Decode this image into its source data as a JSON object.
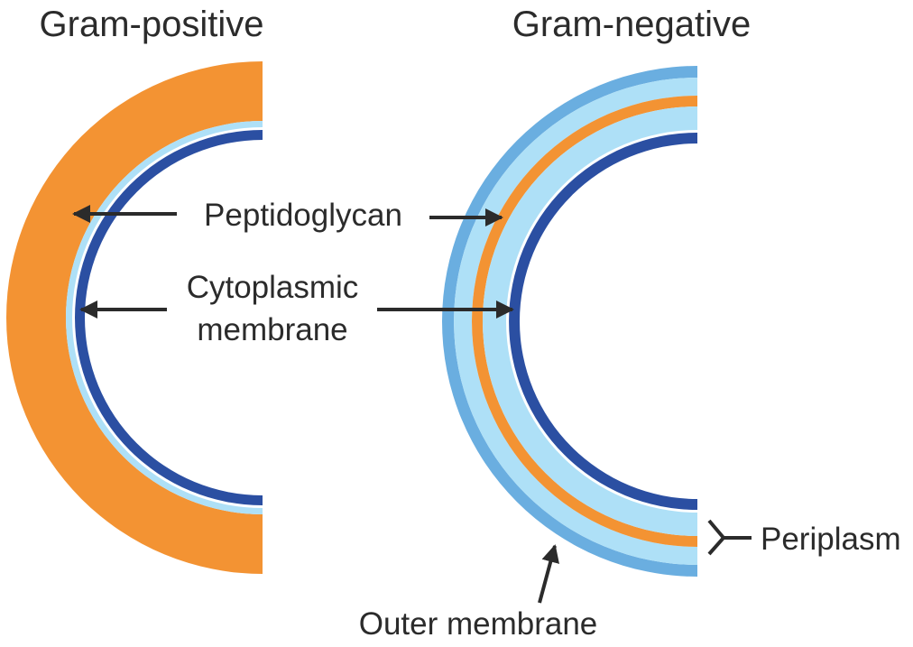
{
  "titles": {
    "gram_positive": "Gram-positive",
    "gram_negative": "Gram-negative"
  },
  "labels": {
    "peptidoglycan": "Peptidoglycan",
    "cytoplasmic_line1": "Cytoplasmic",
    "cytoplasmic_line2": "membrane",
    "periplasm": "Periplasm",
    "outer_membrane": "Outer membrane"
  },
  "colors": {
    "peptidoglycan": "#f39333",
    "cytoplasmic_membrane": "#2b4fa2",
    "periplasm": "#aee0f7",
    "outer_membrane": "#6aaee0",
    "arrow": "#2b2b2b"
  }
}
